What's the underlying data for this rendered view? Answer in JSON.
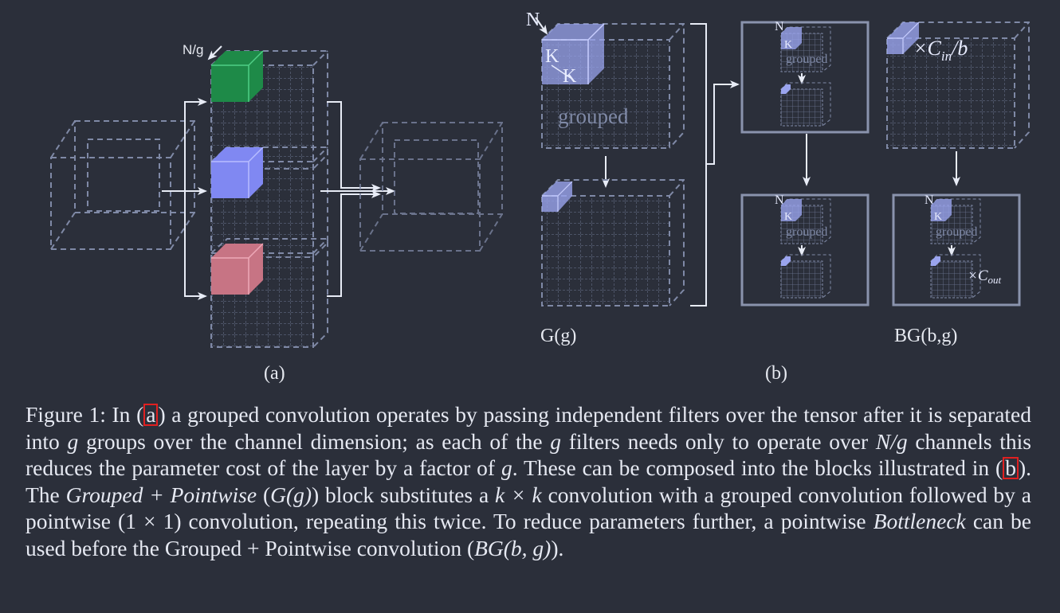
{
  "panel_a": {
    "label": "(a)",
    "ng_label": "N/g",
    "colors": {
      "green": "#1e8a48",
      "blue": "#8088f2",
      "red": "#c77484"
    }
  },
  "panel_b": {
    "label": "(b)",
    "n_label": "N",
    "k_label": "K",
    "grouped_label": "grouped",
    "g_block_label": "G(g)",
    "bg_block_label": "BG(b,g)",
    "cin_label": "×C",
    "cin_sub": "in",
    "cin_tail": "/b",
    "cout_label": "×C",
    "cout_sub": "out"
  },
  "caption": {
    "p1": "Figure 1: In (",
    "ref_a": "a",
    "p2": ") a grouped convolution operates by passing independent filters over the tensor after it is separated into ",
    "g1": "g",
    "p3": " groups over the channel dimension; as each of the ",
    "g2": "g",
    "p4": " filters needs only to operate over ",
    "ng": "N/g",
    "p5": " channels this reduces the parameter cost of the layer by a factor of ",
    "g3": "g",
    "p6": ". These can be composed into the blocks illustrated in (",
    "ref_b": "b",
    "p7": "). The ",
    "gp_italic": "Grouped + Pointwise",
    "p8": " (",
    "gg": "G(g)",
    "p9": ") block substitutes a ",
    "kxk": "k × k",
    "p10": " convolution with a grouped convolution followed by a pointwise (",
    "onexone": "1 × 1",
    "p11": ") convolution, repeating this twice. To reduce parameters further, a pointwise ",
    "bottleneck": "Bottleneck",
    "p12": " can be used before the Grouped + Pointwise convolution (",
    "bgbg": "BG(b, g)",
    "p13": ")."
  }
}
